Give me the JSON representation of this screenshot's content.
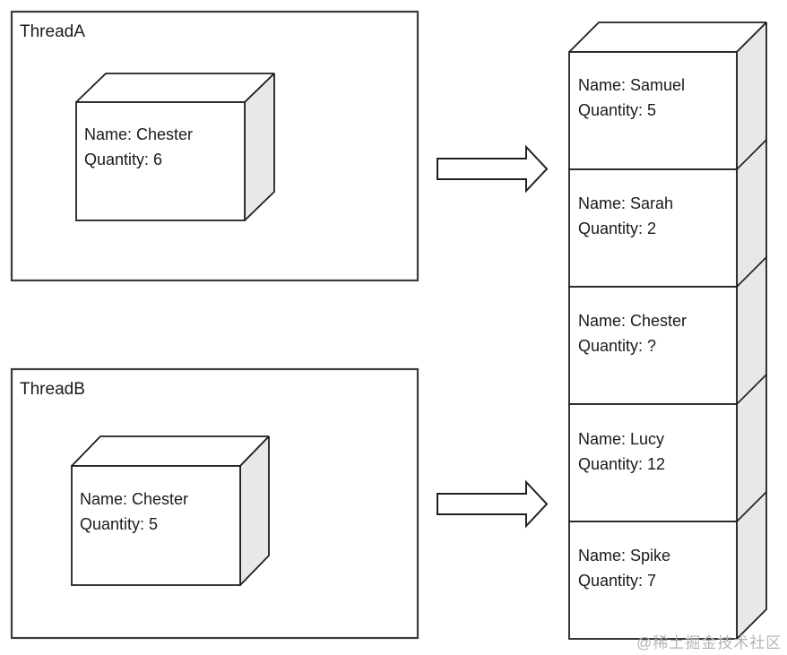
{
  "threads": [
    {
      "label": "ThreadA",
      "box": {
        "name_line": "Name: Chester",
        "quantity_line": "Quantity: 6"
      }
    },
    {
      "label": "ThreadB",
      "box": {
        "name_line": "Name: Chester",
        "quantity_line": "Quantity: 5"
      }
    }
  ],
  "arrows": [
    {
      "icon": "right-block-arrow-icon"
    },
    {
      "icon": "right-block-arrow-icon"
    }
  ],
  "queue": {
    "items": [
      {
        "name_line": "Name: Samuel",
        "quantity_line": "Quantity: 5"
      },
      {
        "name_line": "Name: Sarah",
        "quantity_line": "Quantity: 2"
      },
      {
        "name_line": "Name: Chester",
        "quantity_line": "Quantity: ?"
      },
      {
        "name_line": "Name: Lucy",
        "quantity_line": "Quantity: 12"
      },
      {
        "name_line": "Name: Spike",
        "quantity_line": "Quantity: 7"
      }
    ]
  },
  "watermark": "@稀土掘金技术社区",
  "colors": {
    "background": "#ffffff",
    "outline": "#1f1f1f",
    "container_border": "#3c3c3c",
    "side_face_fill": "#e8e8e8",
    "watermark_text": "#b5b5b5"
  }
}
